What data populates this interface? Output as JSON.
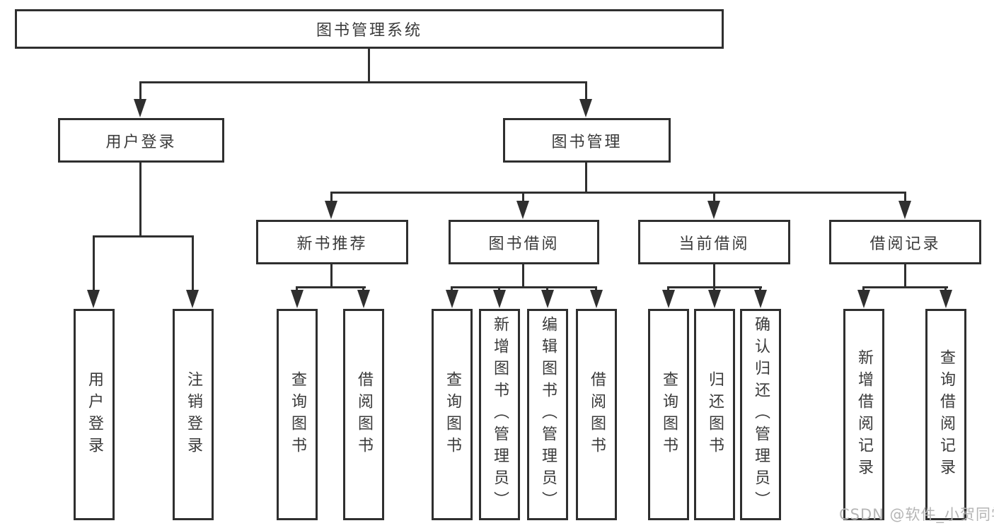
{
  "diagram": {
    "root": {
      "label": "图书管理系统"
    },
    "branches": [
      {
        "label": "用户登录"
      },
      {
        "label": "图书管理"
      }
    ],
    "modules": [
      {
        "parent": "图书管理",
        "label": "新书推荐"
      },
      {
        "parent": "图书管理",
        "label": "图书借阅"
      },
      {
        "parent": "图书管理",
        "label": "当前借阅"
      },
      {
        "parent": "图书管理",
        "label": "借阅记录"
      }
    ],
    "leaves": [
      {
        "parent": "用户登录",
        "label": "用户登录"
      },
      {
        "parent": "用户登录",
        "label": "注销登录"
      },
      {
        "parent": "新书推荐",
        "label": "查询图书"
      },
      {
        "parent": "新书推荐",
        "label": "借阅图书"
      },
      {
        "parent": "图书借阅",
        "label": "查询图书"
      },
      {
        "parent": "图书借阅",
        "label": "新增图书（管理员）"
      },
      {
        "parent": "图书借阅",
        "label": "编辑图书（管理员）"
      },
      {
        "parent": "图书借阅",
        "label": "借阅图书"
      },
      {
        "parent": "当前借阅",
        "label": "查询图书"
      },
      {
        "parent": "当前借阅",
        "label": "归还图书"
      },
      {
        "parent": "当前借阅",
        "label": "确认归还（管理员）"
      },
      {
        "parent": "借阅记录",
        "label": "新增借阅记录"
      },
      {
        "parent": "借阅记录",
        "label": "查询借阅记录"
      }
    ],
    "watermark": "CSDN @软件_小贺同学",
    "colors": {
      "line": "#2f2f2f",
      "text": "#3a3a3a",
      "watermark": "#b5b5b5",
      "background": "#ffffff"
    }
  }
}
